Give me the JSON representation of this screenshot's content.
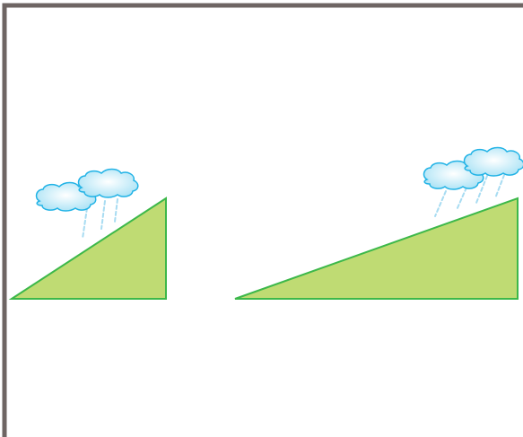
{
  "colors": {
    "frame": "#6e6563",
    "background": "#ffffff",
    "slope_fill": "#bfdb73",
    "slope_stroke": "#3db84a",
    "cloud_fill_center": "#ffffff",
    "cloud_fill_edge": "#a9e2f5",
    "cloud_stroke": "#22b3e6",
    "rain": "#a8dcf2"
  },
  "scene": {
    "left_slope": {
      "shape": "steep-slope-triangle",
      "clouds": 2,
      "rain_streaks": 3
    },
    "right_slope": {
      "shape": "gentle-slope-triangle",
      "clouds": 2,
      "rain_streaks": 4
    }
  }
}
